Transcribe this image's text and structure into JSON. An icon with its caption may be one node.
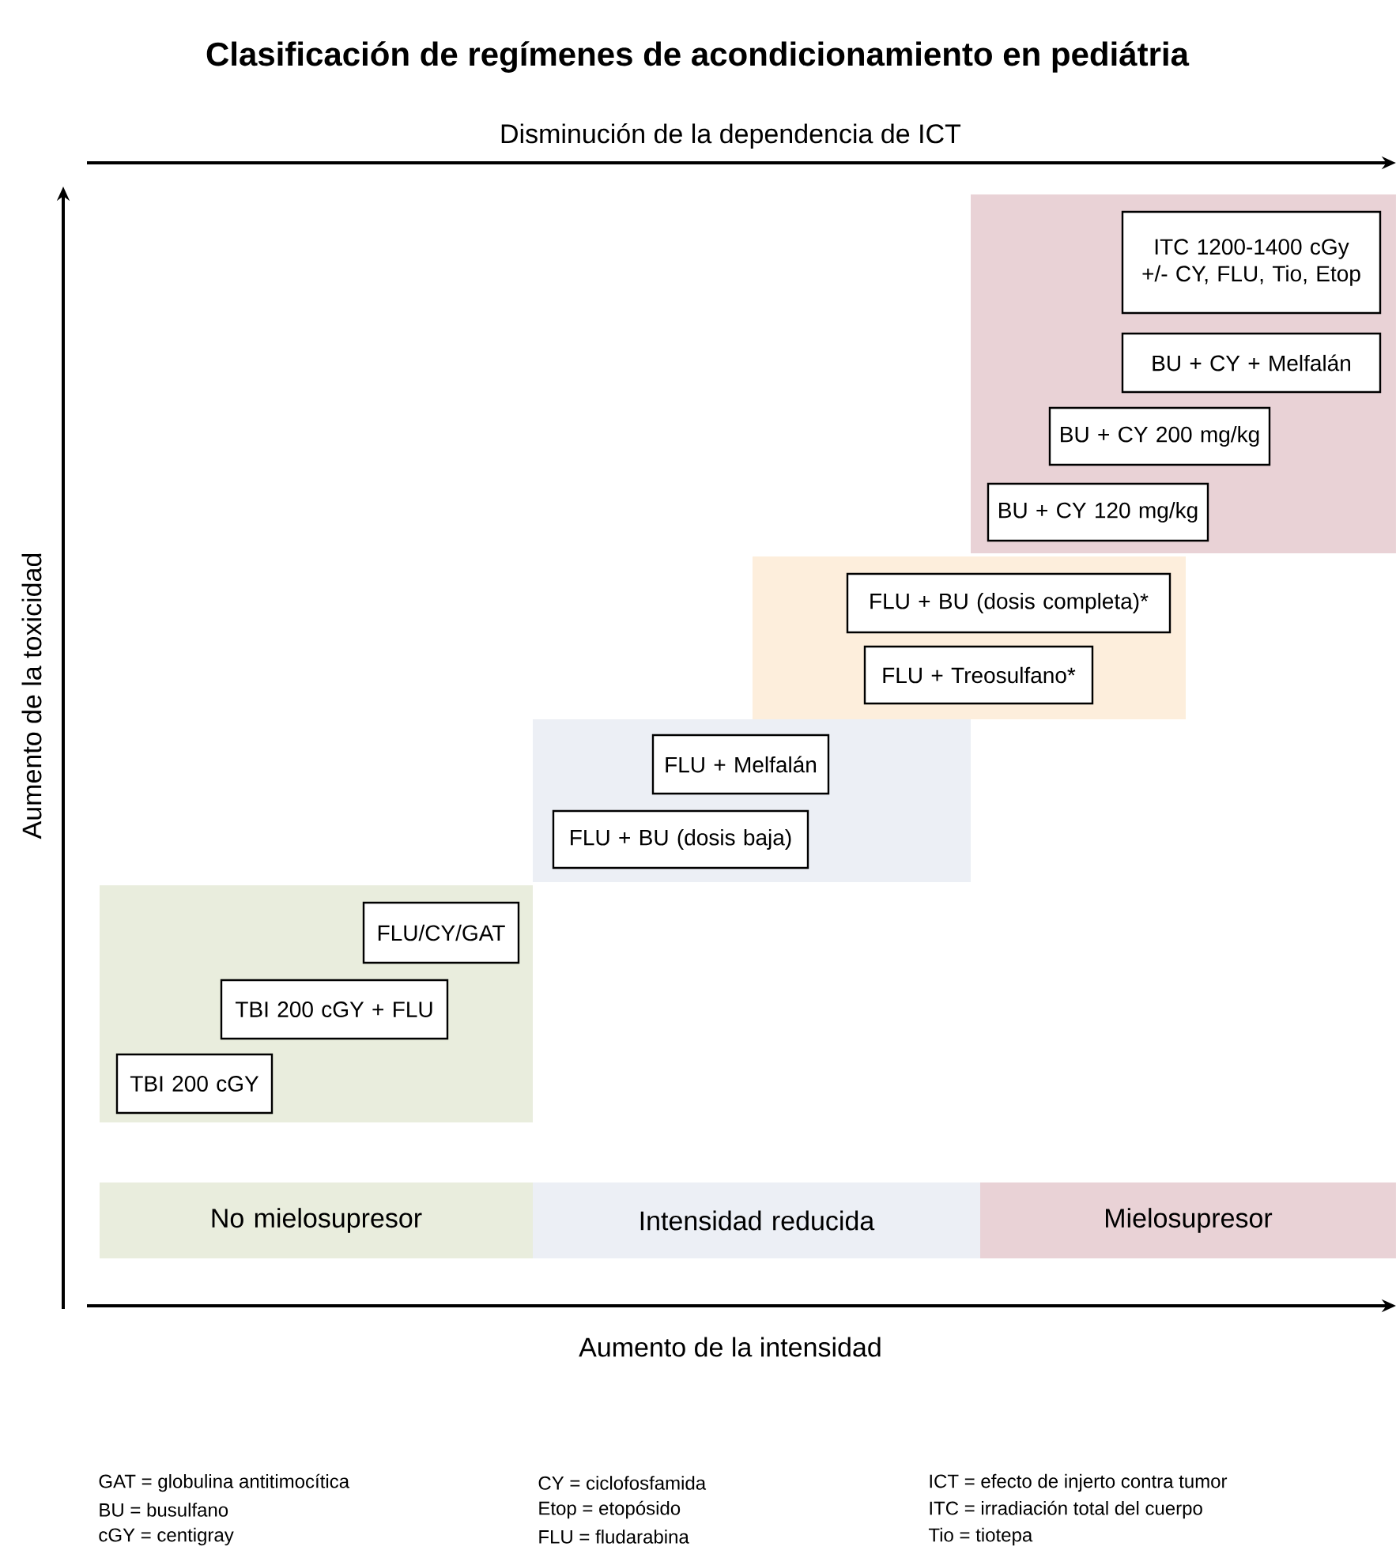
{
  "diagram": {
    "title": "Clasificación de regímenes de acondicionamiento en pediátria",
    "nodes": [
      {
        "text": [],
        "shape": "box"
      },
      {
        "text": [
          "ITC 1200-1400 cGy +/- CY, FLU, Tio, Etop"
        ],
        "in": 0
      },
      {
        "text": [
          "BU + CY + Melfalán"
        ],
        "in": 0
      },
      {
        "text": [
          "BU + CY 200 mg/kg"
        ],
        "in": 0
      },
      {
        "text": [
          "BU + CY 120 mg/kg"
        ],
        "in": 0
      },
      {
        "text": [],
        "shape": "box"
      },
      {
        "text": [
          "FLU + BU (dosis completa)*"
        ],
        "in": 5
      },
      {
        "text": [
          "FLU + Treosulfano*"
        ],
        "in": 5
      },
      {
        "text": [],
        "shape": "box"
      },
      {
        "text": [
          "FLU + Melfalán"
        ],
        "in": 8
      },
      {
        "text": [
          "FLU + BU (dosis baja)"
        ],
        "in": 8
      },
      {
        "text": [],
        "shape": "box"
      },
      {
        "text": [
          "FLU/CY/GAT"
        ],
        "in": 11
      },
      {
        "text": [
          "TBI 200 cGY + FLU"
        ],
        "in": 11
      },
      {
        "text": [
          "TBI 200 cGY"
        ],
        "in": 11
      },
      {
        "text": [
          "No mielosupresor"
        ]
      },
      {
        "text": [
          "Intensidad reducida"
        ]
      },
      {
        "text": [
          "Mielosupresor"
        ]
      }
    ],
    "labels": [
      "Disminución de la dependencia de ICT",
      "Aumento de la toxicidad",
      "Aumento de la intensidad",
      "GAT = globulina antitimocítica",
      "CY = ciclofosfamida",
      "ICT = efecto de injerto contra tumor",
      "BU = busulfano",
      "Etop = etopósido",
      "ITC = irradiación total del cuerpo",
      "cGY = centigray",
      "FLU = fludarabina",
      "Tio = tiotepa"
    ]
  }
}
